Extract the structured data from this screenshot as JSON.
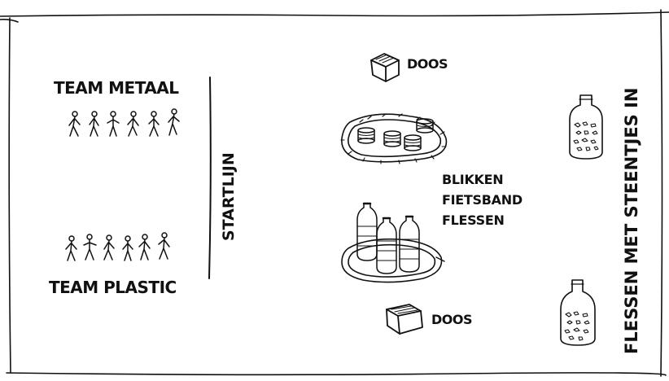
{
  "teams": {
    "metaal": "TEAM METAAL",
    "plastic": "TEAM PLASTIC"
  },
  "startline_label": "STARTLIJN",
  "boxes": {
    "top": "DOOS",
    "bottom": "DOOS"
  },
  "stations": [
    "BLIKKEN",
    "FIETSBAND",
    "FLESSEN"
  ],
  "bottles_label": "FLESSEN MET STEENTJES IN",
  "icons": {
    "players": "person-icon",
    "box": "box-icon",
    "cans": "can-icon",
    "plastic_bottles": "plastic-bottle-icon",
    "bike_tire": "bike-tire-icon",
    "glass_bottle": "stone-bottle-icon"
  },
  "players_per_team": 6,
  "ink_color": "#111111"
}
